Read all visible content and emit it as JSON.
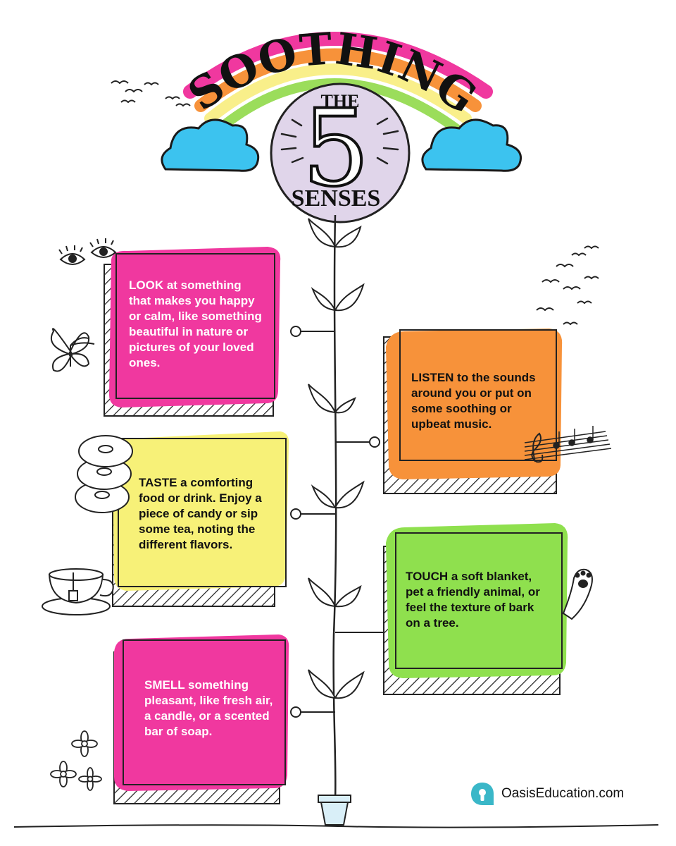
{
  "header": {
    "title": "SOOTHING",
    "the_label": "THE",
    "number": "5",
    "senses_label": "SENSES"
  },
  "cards": [
    {
      "sense": "look",
      "text": "LOOK at something that makes you happy or calm, like something beautiful in nature or pictures of your loved ones.",
      "color": "#f0389f"
    },
    {
      "sense": "listen",
      "text": "LISTEN to the sounds around you or put on some soothing or upbeat music.",
      "color": "#f7923a"
    },
    {
      "sense": "taste",
      "text": "TASTE a comforting food or drink. Enjoy a piece of candy or sip some tea, noting the different flavors.",
      "color": "#f7f178"
    },
    {
      "sense": "touch",
      "text": "TOUCH a soft blanket, pet a friendly animal, or feel the texture of bark on a tree.",
      "color": "#8fe04e"
    },
    {
      "sense": "smell",
      "text": "SMELL something pleasant, like fresh air, a candle, or a scented bar of soap.",
      "color": "#f0389f"
    }
  ],
  "colors": {
    "rainbow_pink": "#f0389f",
    "rainbow_orange": "#f7923a",
    "rainbow_yellow": "#f9ef8a",
    "rainbow_green": "#9bdd5b",
    "cloud_blue": "#3cc3ef",
    "circle_lavender": "#e0d5ea",
    "pot_blue": "#d9eff8",
    "brand_teal": "#3ab7c8"
  },
  "icons": [
    "birds-icon",
    "eyes-icon",
    "butterfly-icon",
    "music-notes-icon",
    "donuts-icon",
    "teacup-icon",
    "cat-paw-icon",
    "flowers-icon",
    "plant-pot-icon",
    "brand-logo-icon"
  ],
  "brand": {
    "name": "OasisEducation.com"
  }
}
